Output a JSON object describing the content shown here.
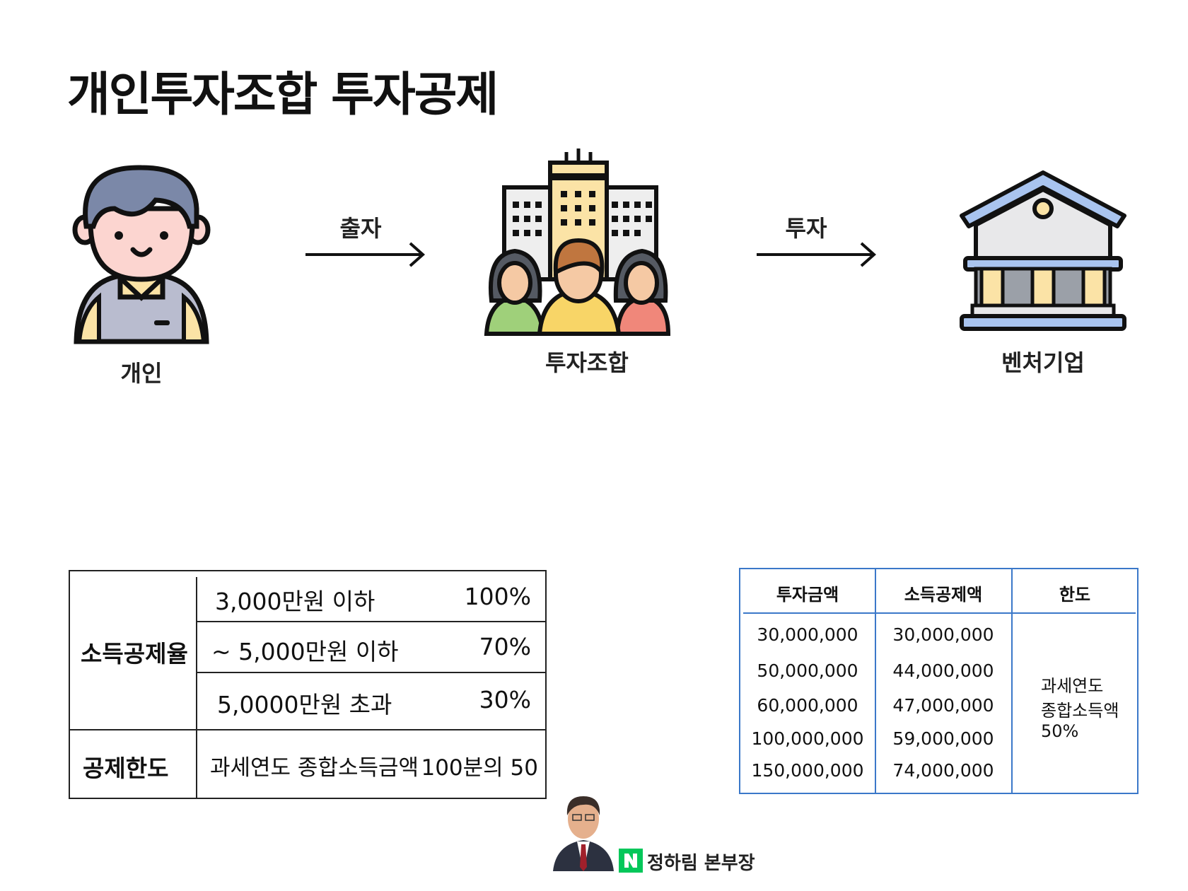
{
  "title": "개인투자조합 투자공제",
  "flow": {
    "nodes": [
      {
        "label": "개인",
        "icon": "person-icon"
      },
      {
        "label": "투자조합",
        "icon": "investment-union-icon"
      },
      {
        "label": "벤처기업",
        "icon": "venture-company-building-icon"
      }
    ],
    "arrows": [
      {
        "label": "출자"
      },
      {
        "label": "투자"
      }
    ]
  },
  "deduction_table": {
    "rate_header": "소득공제율",
    "rows": [
      {
        "range": "3,000만원 이하",
        "rate": "100%"
      },
      {
        "range": "~ 5,000만원 이하",
        "rate": "70%"
      },
      {
        "range": "5,0000만원 초과",
        "rate": "30%"
      }
    ],
    "limit_header": "공제한도",
    "limit_text": "과세연도 종합소득금액",
    "limit_value": "100분의 50"
  },
  "amount_table": {
    "headers": [
      "투자금액",
      "소득공제액",
      "한도"
    ],
    "rows": [
      [
        "30,000,000",
        "30,000,000"
      ],
      [
        "50,000,000",
        "44,000,000"
      ],
      [
        "60,000,000",
        "47,000,000"
      ],
      [
        "100,000,000",
        "59,000,000"
      ],
      [
        "150,000,000",
        "74,000,000"
      ]
    ],
    "limit_note": [
      "과세연도",
      "종합소득액",
      "50%"
    ]
  },
  "footer": {
    "name": "정하림 본부장",
    "badge": "N",
    "colors": {
      "badge": "#03c75a"
    }
  },
  "colors": {
    "table_border_blue": "#3b78c9",
    "hair": "#7b88a8",
    "bank_blue": "#a9c4ef"
  }
}
